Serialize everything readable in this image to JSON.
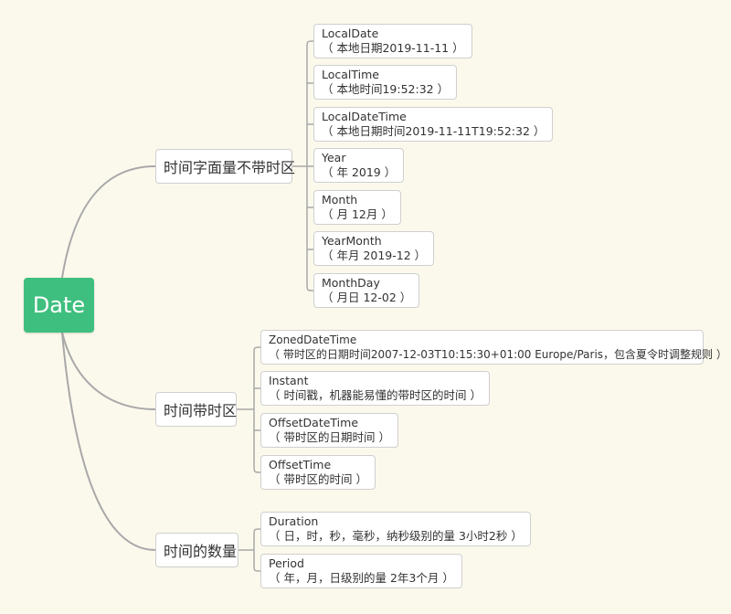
{
  "root": {
    "label": "Date"
  },
  "branches": [
    {
      "label": "时间字面量不带时区",
      "items": [
        {
          "title": "LocalDate",
          "desc": "（ 本地日期2019-11-11 ）"
        },
        {
          "title": "LocalTime",
          "desc": "（ 本地时间19:52:32 ）"
        },
        {
          "title": "LocalDateTime",
          "desc": "（ 本地日期时间2019-11-11T19:52:32 ）"
        },
        {
          "title": "Year",
          "desc": "（ 年 2019 ）"
        },
        {
          "title": "Month",
          "desc": "（ 月 12月 ）"
        },
        {
          "title": "YearMonth",
          "desc": "（ 年月 2019-12 ）"
        },
        {
          "title": "MonthDay",
          "desc": "（ 月日 12-02 ）"
        }
      ]
    },
    {
      "label": "时间带时区",
      "items": [
        {
          "title": "ZonedDateTime",
          "desc": "（ 带时区的日期时间2007-12-03T10:15:30+01:00 Europe/Paris，包含夏令时调整规则 ）"
        },
        {
          "title": "Instant",
          "desc": "（ 时间戳，机器能易懂的带时区的时间 ）"
        },
        {
          "title": "OffsetDateTime",
          "desc": "（ 带时区的日期时间 ）"
        },
        {
          "title": "OffsetTime",
          "desc": "（ 带时区的时间 ）"
        }
      ]
    },
    {
      "label": "时间的数量",
      "items": [
        {
          "title": "Duration",
          "desc": "（ 日，时，秒，毫秒，纳秒级别的量 3小时2秒 ）"
        },
        {
          "title": "Period",
          "desc": "（ 年，月，日级别的量 2年3个月 ）"
        }
      ]
    }
  ],
  "colors": {
    "root": "#3fbf7f",
    "background": "#fbf9ec",
    "line": "#aaaaaa"
  }
}
